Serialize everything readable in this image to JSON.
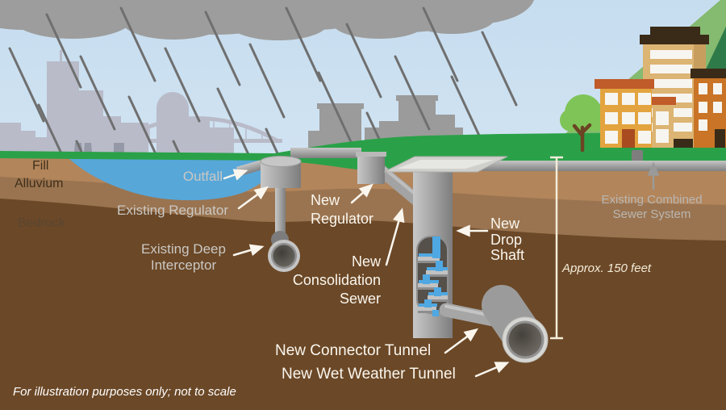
{
  "diagram": {
    "title_context": "Combined sewer overflow tunnel system cross-section",
    "footnote": "For illustration purposes only; not to scale",
    "measurement": "Approx. 150 feet",
    "geology_labels": {
      "fill": "Fill",
      "alluvium": "Alluvium",
      "bedrock": "Bedrock"
    },
    "existing_labels": {
      "outfall": "Outfall",
      "regulator": "Existing Regulator",
      "deep_interceptor": "Existing Deep\nInterceptor",
      "combined_sewer": "Existing Combined\nSewer System"
    },
    "new_labels": {
      "regulator": "New\nRegulator",
      "consolidation_sewer": "New\nConsolidation\nSewer",
      "drop_shaft": "New\nDrop\nShaft",
      "connector_tunnel": "New Connector Tunnel",
      "wet_weather_tunnel": "New Wet Weather Tunnel"
    },
    "colors": {
      "sky": "#cfe2f1",
      "cloud": "#9d9d9d",
      "rain": "#6f6f6f",
      "city_skyline": "#b9bbc9",
      "downtown_skyline": "#9b9b9b",
      "grass": "#2aa148",
      "hill_light": "#85ba71",
      "hill_dark": "#2e7b49",
      "river": "#57a7d9",
      "fill_layer": "#b2855b",
      "alluvium_layer": "#9a7450",
      "bedrock_layer": "#6b4827",
      "pipe_gray": "#a3a3a3",
      "cascade_blue": "#4fa8e2",
      "new_label_text": "#faf6ee",
      "existing_label_text": "#cac8c4"
    }
  }
}
